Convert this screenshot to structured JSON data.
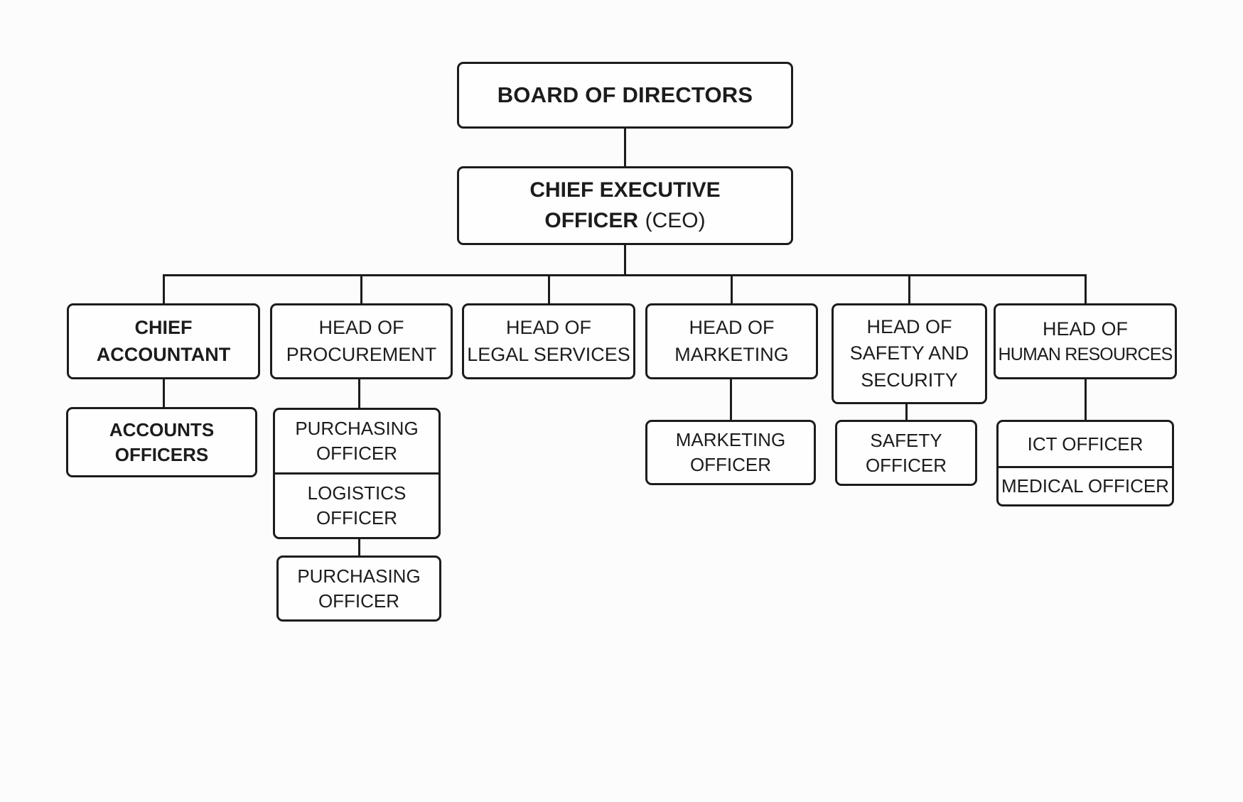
{
  "diagram": {
    "type": "org-chart",
    "colors": {
      "background": "#fcfcfc",
      "box_fill": "#fefefe",
      "box_border": "#1c1c1c",
      "connector": "#1c1c1c",
      "text": "#1c1c1c"
    },
    "nodes": {
      "board": {
        "lines": [
          "BOARD OF DIRECTORS"
        ]
      },
      "ceo": {
        "line1": "CHIEF EXECUTIVE",
        "line2_bold": "OFFICER",
        "line2_plain": "(CEO)"
      },
      "chief_accountant": {
        "lines": [
          "CHIEF",
          "ACCOUNTANT"
        ]
      },
      "head_of_procurement": {
        "lines": [
          "HEAD OF",
          "PROCUREMENT"
        ]
      },
      "head_of_legal_services": {
        "lines": [
          "HEAD OF",
          "LEGAL SERVICES"
        ]
      },
      "head_of_marketing": {
        "lines": [
          "HEAD OF",
          "MARKETING"
        ]
      },
      "head_of_safety_and_security": {
        "lines": [
          "HEAD OF",
          "SAFETY AND",
          "SECURITY"
        ]
      },
      "head_of_human_resources": {
        "lines": [
          "HEAD OF",
          "HUMAN RESOURCES"
        ]
      },
      "accounts_officers": {
        "lines": [
          "ACCOUNTS",
          "OFFICERS"
        ]
      },
      "purchasing_officer_top": {
        "lines": [
          "PURCHASING",
          "OFFICER"
        ]
      },
      "logistics_officer": {
        "lines": [
          "LOGISTICS",
          "OFFICER"
        ]
      },
      "purchasing_officer_bottom": {
        "lines": [
          "PURCHASING",
          "OFFICER"
        ]
      },
      "marketing_officer": {
        "lines": [
          "MARKETING",
          "OFFICER"
        ]
      },
      "safety_officer": {
        "lines": [
          "SAFETY",
          "OFFICER"
        ]
      },
      "ict_officer": {
        "lines": [
          "ICT OFFICER"
        ]
      },
      "medical_officer": {
        "lines": [
          "MEDICAL OFFICER"
        ]
      }
    },
    "edges": [
      [
        "board",
        "ceo"
      ],
      [
        "ceo",
        "chief_accountant"
      ],
      [
        "ceo",
        "head_of_procurement"
      ],
      [
        "ceo",
        "head_of_legal_services"
      ],
      [
        "ceo",
        "head_of_marketing"
      ],
      [
        "ceo",
        "head_of_safety_and_security"
      ],
      [
        "ceo",
        "head_of_human_resources"
      ],
      [
        "chief_accountant",
        "accounts_officers"
      ],
      [
        "head_of_procurement",
        "purchasing_officer_top"
      ],
      [
        "head_of_procurement",
        "logistics_officer"
      ],
      [
        "logistics_officer",
        "purchasing_officer_bottom"
      ],
      [
        "head_of_marketing",
        "marketing_officer"
      ],
      [
        "head_of_safety_and_security",
        "safety_officer"
      ],
      [
        "head_of_human_resources",
        "ict_officer"
      ],
      [
        "head_of_human_resources",
        "medical_officer"
      ]
    ]
  }
}
